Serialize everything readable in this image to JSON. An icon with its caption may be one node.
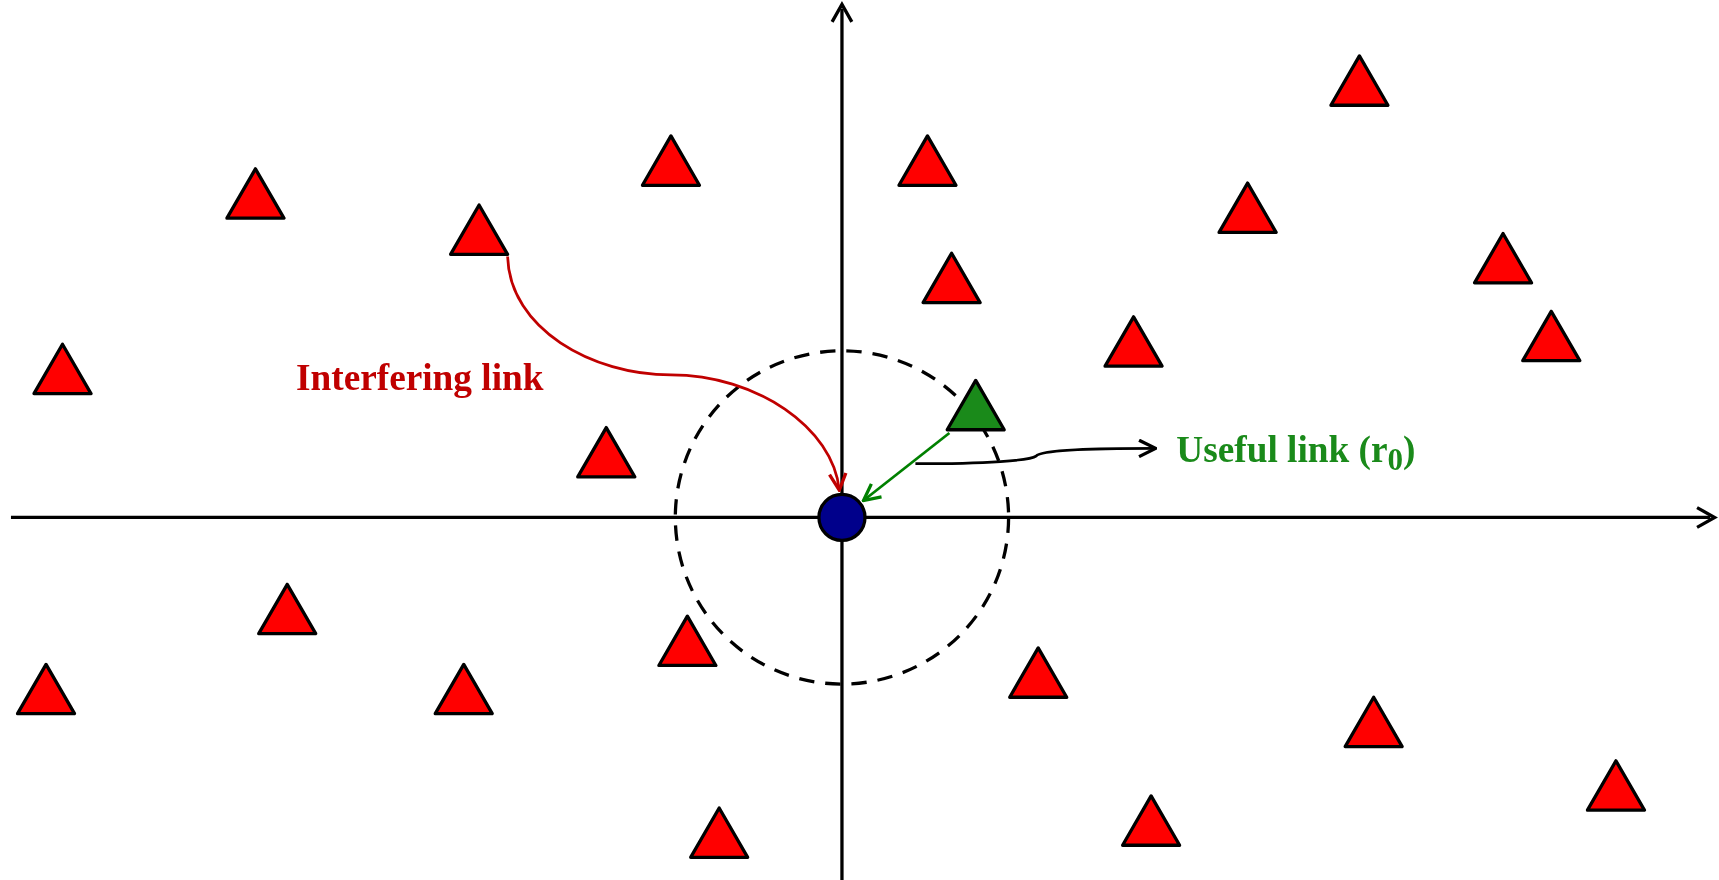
{
  "diagram": {
    "nodes": [
      {
        "text": [],
        "shape": "triangle"
      },
      {
        "text": [],
        "shape": "triangle"
      },
      {
        "text": [],
        "shape": "triangle"
      },
      {
        "text": [],
        "shape": "triangle"
      },
      {
        "text": [],
        "shape": "triangle"
      },
      {
        "text": [],
        "shape": "triangle"
      },
      {
        "text": [],
        "shape": "triangle"
      },
      {
        "text": [],
        "shape": "triangle"
      },
      {
        "text": [],
        "shape": "triangle"
      },
      {
        "text": [],
        "shape": "triangle"
      },
      {
        "text": [],
        "shape": "triangle"
      },
      {
        "text": [],
        "shape": "triangle"
      },
      {
        "text": [
          "Useful link (r$_{0}$)"
        ]
      },
      {
        "text": [],
        "shape": "triangle"
      },
      {
        "text": [],
        "shape": "circle"
      },
      {
        "text": [],
        "shape": "triangle"
      },
      {
        "text": [],
        "shape": "triangle"
      },
      {
        "text": [],
        "shape": "triangle"
      },
      {
        "text": [],
        "shape": "triangle"
      },
      {
        "text": [],
        "shape": "triangle"
      },
      {
        "text": [],
        "shape": "triangle"
      },
      {
        "text": [],
        "shape": "triangle"
      },
      {
        "text": [],
        "shape": "triangle"
      },
      {
        "text": [],
        "shape": "triangle"
      }
    ],
    "edges": [
      {
        "from": 5,
        "to": 14,
        "arrow": "to",
        "label": "Interfering link",
        "color": "#c00000"
      },
      {
        "from": 11,
        "to": 14,
        "arrow": "to",
        "color": "#008000"
      },
      {
        "from": null,
        "to": 12,
        "arrow": "to",
        "color": "#000000"
      }
    ]
  }
}
